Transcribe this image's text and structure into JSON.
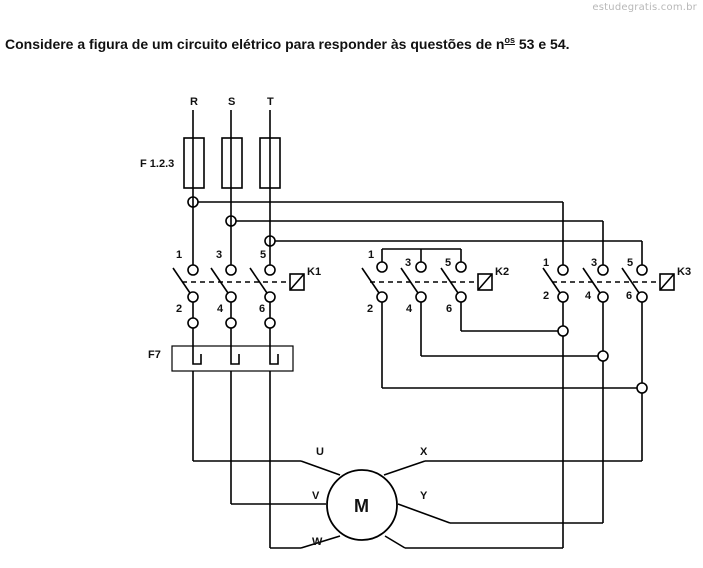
{
  "watermark": "estudegratis.com.br",
  "heading": {
    "text_before": "Considere a figura de um circuito elétrico para responder às questões de n",
    "superscript": "os",
    "text_after": " 53 e 54."
  },
  "diagram": {
    "phases": [
      "R",
      "S",
      "T"
    ],
    "fuse_label": "F 1.2.3",
    "overload_label": "F7",
    "contactors": {
      "k1": {
        "label": "K1",
        "top_terminals": [
          "1",
          "3",
          "5"
        ],
        "bottom_terminals": [
          "2",
          "4",
          "6"
        ]
      },
      "k2": {
        "label": "K2",
        "top_terminals": [
          "1",
          "3",
          "5"
        ],
        "bottom_terminals": [
          "2",
          "4",
          "6"
        ]
      },
      "k3": {
        "label": "K3",
        "top_terminals": [
          "1",
          "3",
          "5"
        ],
        "bottom_terminals": [
          "2",
          "4",
          "6"
        ]
      }
    },
    "motor": {
      "label": "M",
      "terminals": [
        "U",
        "V",
        "W",
        "X",
        "Y"
      ]
    }
  }
}
